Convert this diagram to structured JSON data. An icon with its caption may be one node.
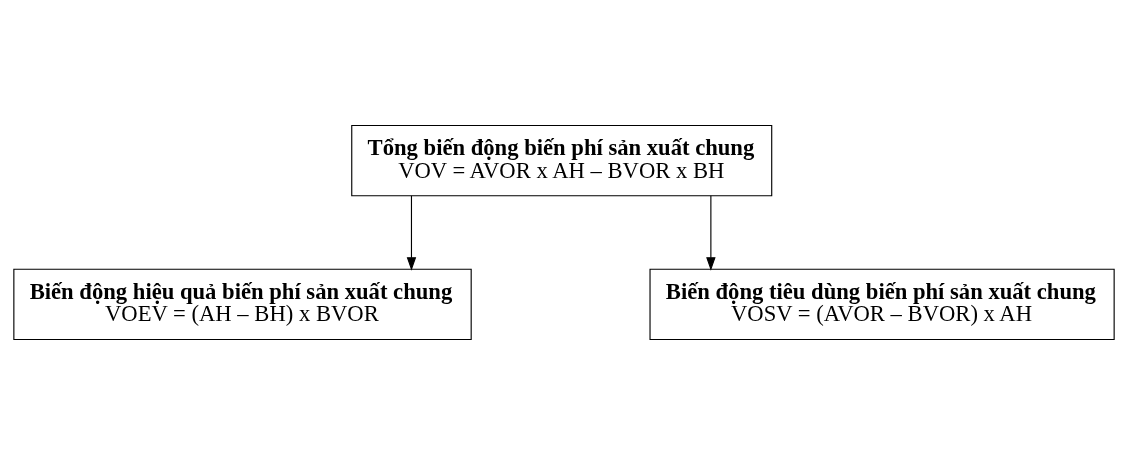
{
  "diagram": {
    "nodes": [
      {
        "text": [
          "Tổng biến động biến phí sản xuất chung",
          "VOV = AVOR x AH – BVOR x BH"
        ]
      },
      {
        "text": [
          "Biến động hiệu quả biến phí sản xuất chung",
          "VOEV = (AH – BH) x BVOR"
        ]
      },
      {
        "text": [
          "Biến động tiêu dùng biến phí sản xuất chung",
          "VOSV = (AVOR – BVOR) x AH"
        ]
      }
    ],
    "edges": [
      {
        "from": 0,
        "to": 1,
        "arrow": "to"
      },
      {
        "from": 0,
        "to": 2,
        "arrow": "to"
      }
    ]
  }
}
